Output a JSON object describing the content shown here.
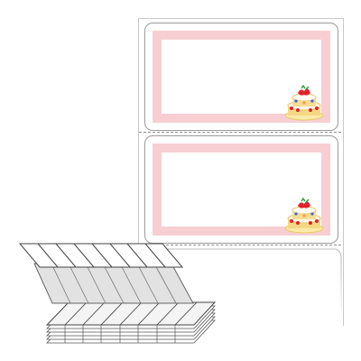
{
  "product": {
    "type": "fanfold-label-sheet",
    "label_count_visible": 2
  },
  "colors": {
    "frame": "#f7cfd3",
    "outline": "#9a9a9a",
    "perforation": "#8c8c8c",
    "stack_fill": "#e2e2e2",
    "stack_line": "#555555"
  },
  "labels": [
    {
      "id": "label-1",
      "icon": "cake-icon"
    },
    {
      "id": "label-2",
      "icon": "cake-icon"
    }
  ]
}
